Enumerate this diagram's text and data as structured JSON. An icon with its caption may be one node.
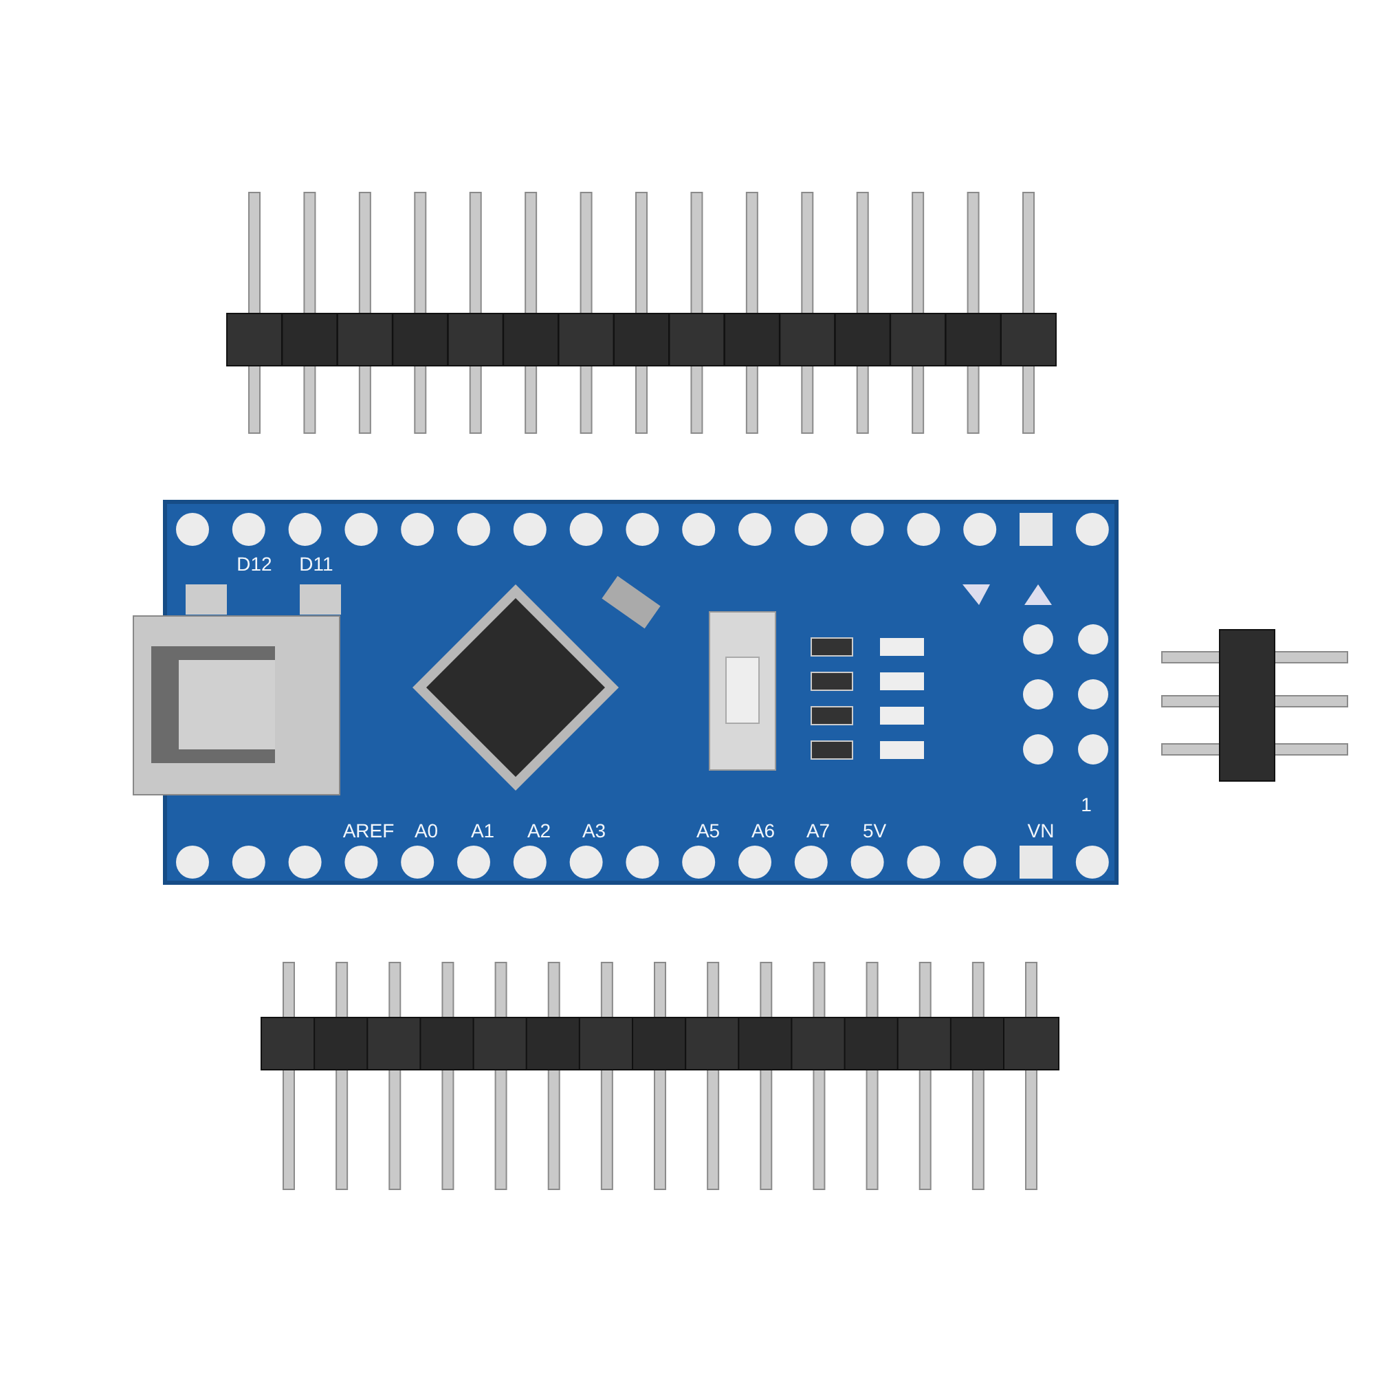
{
  "diagram": {
    "labels": [
      "D12",
      "D11",
      "AREF",
      "A0",
      "A1",
      "A2",
      "A3",
      "A5",
      "A6",
      "A7",
      "5V",
      "VN",
      "1"
    ]
  }
}
